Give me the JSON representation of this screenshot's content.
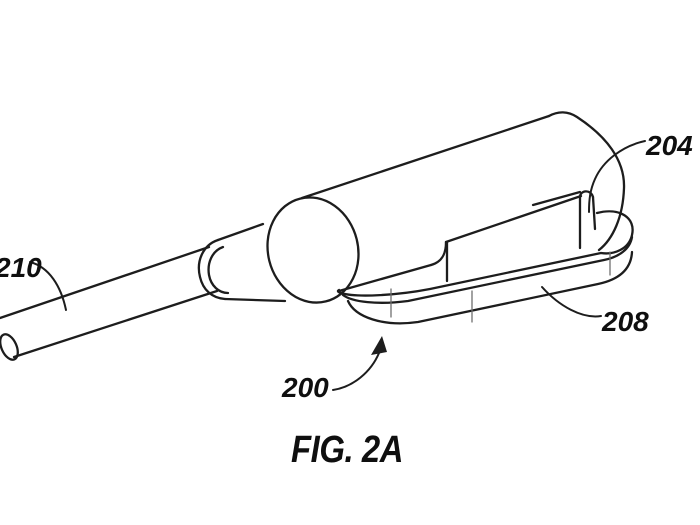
{
  "figure": {
    "caption": "FIG. 2A",
    "labels": {
      "cable": "210",
      "attachment": "204",
      "base": "208",
      "assembly": "200"
    }
  },
  "colors": {
    "line": "#1d1d1d",
    "seam": "#6f6f6f",
    "text": "#0f0f0f",
    "background": "#ffffff"
  }
}
